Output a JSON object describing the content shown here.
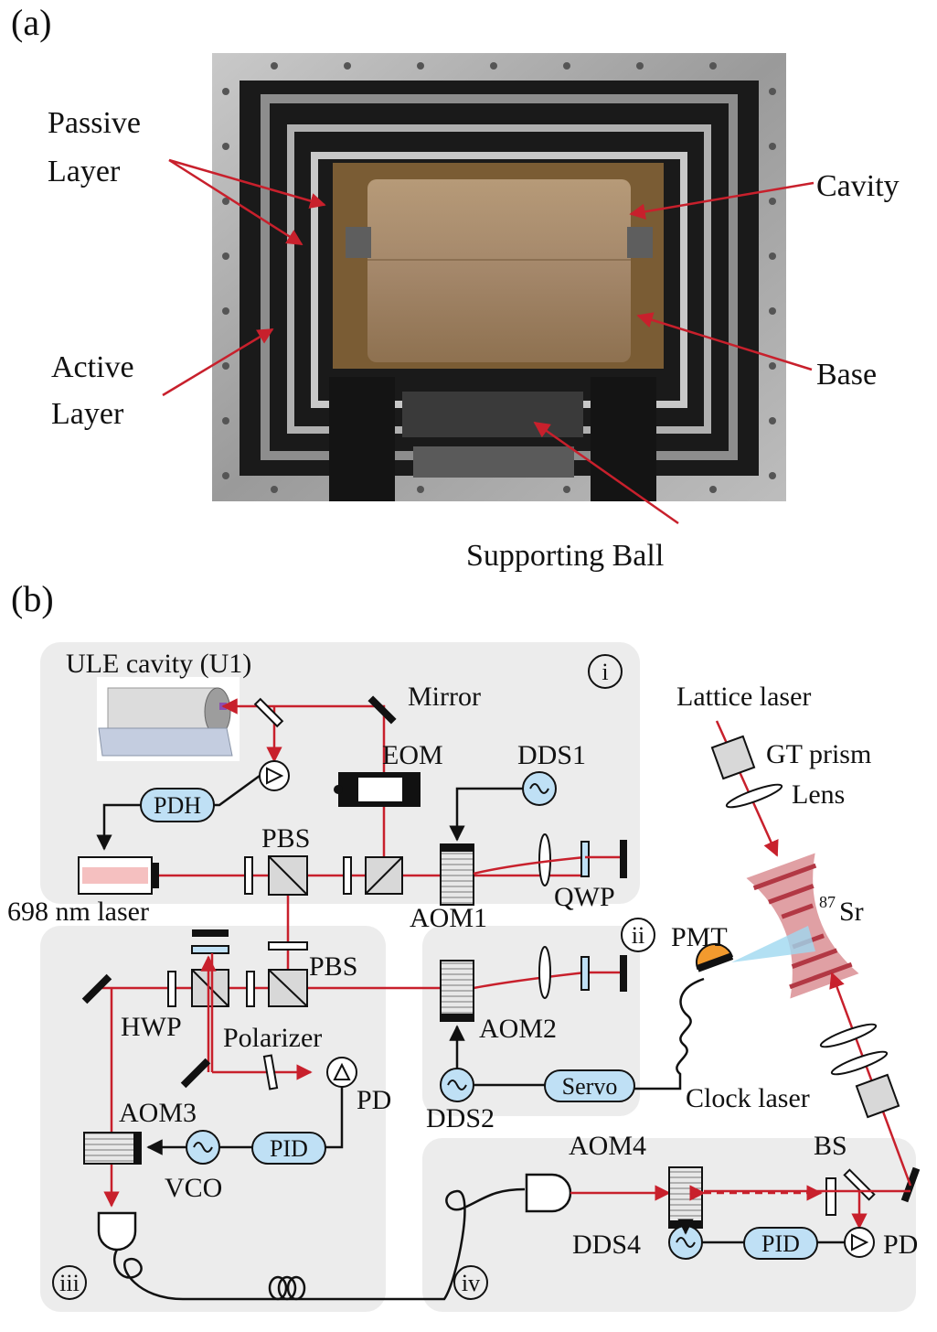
{
  "panel_a": {
    "label": "(a)",
    "annotations": {
      "passive_line1": "Passive",
      "passive_line2": "Layer",
      "active_line1": "Active",
      "active_line2": "Layer",
      "cavity": "Cavity",
      "base": "Base",
      "supporting_ball": "Supporting Ball"
    }
  },
  "panel_b": {
    "label": "(b)",
    "sections": {
      "i": "i",
      "ii": "ii",
      "iii": "iii",
      "iv": "iv"
    },
    "labels": {
      "ule_cavity": "ULE cavity (U1)",
      "mirror": "Mirror",
      "eom": "EOM",
      "dds1": "DDS1",
      "pdh": "PDH",
      "pbs_top": "PBS",
      "laser_698": "698 nm laser",
      "aom1": "AOM1",
      "qwp": "QWP",
      "lattice_laser": "Lattice laser",
      "gt_prism": "GT prism",
      "lens": "Lens",
      "sr_sup": "87",
      "sr": "Sr",
      "pmt": "PMT",
      "pbs_mid": "PBS",
      "hwp": "HWP",
      "polarizer": "Polarizer",
      "pd_iii": "PD",
      "aom3": "AOM3",
      "vco": "VCO",
      "pid_iii": "PID",
      "aom2": "AOM2",
      "dds2": "DDS2",
      "servo": "Servo",
      "clock_laser": "Clock laser",
      "aom4": "AOM4",
      "bs": "BS",
      "dds4": "DDS4",
      "pid_iv": "PID",
      "pd_iv": "PD"
    }
  },
  "colors": {
    "beam": "#c8202c",
    "box_fill": "#bfe0f5",
    "panel_bg": "#ececec",
    "pmt": "#f29a2e",
    "cavity_photo": "#a7896a"
  }
}
